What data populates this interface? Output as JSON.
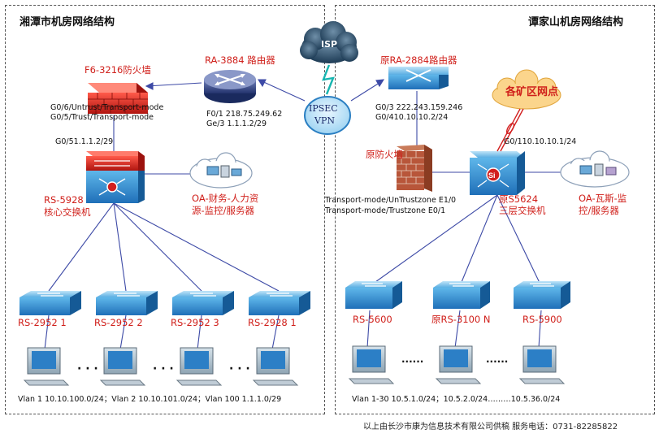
{
  "sections": {
    "left_title": "湘潭市机房网络结构",
    "right_title": "谭家山机房网络结构"
  },
  "isp": "ISP",
  "vpn": [
    "IPSEC",
    "VPN"
  ],
  "left": {
    "firewall": {
      "name": "F6-3216防火墙",
      "ports": [
        "G0/6/Untrust/Transport-mode",
        "G0/5/Trust/Transport-mode"
      ]
    },
    "router": {
      "name": "RA-3884 路由器",
      "ports": [
        "F0/1 218.75.249.62",
        "Ge/3 1.1.1.2/29"
      ]
    },
    "uplink": "G0/51.1.1.2/29",
    "core": {
      "name_lines": [
        "RS-5928",
        "核心交换机"
      ]
    },
    "server": {
      "name_lines": [
        "OA-财务-人力资",
        "源-监控/服务器"
      ]
    },
    "switches": [
      "RS-2952 1",
      "RS-2952 2",
      "RS-2952 3",
      "RS-2928 1"
    ],
    "vlans": "Vlan 1  10.10.100.0/24；Vlan 2  10.10.101.0/24；Vlan  100 1.1.1.0/29"
  },
  "right": {
    "router": {
      "name": "原RA-2884路由器",
      "ports": [
        "G0/3 222.243.159.246",
        "G0/410.10.10.2/24"
      ]
    },
    "cloud": "各矿区网点",
    "uplink": "G0/110.10.10.1/24",
    "firewall": {
      "name": "原防火墙",
      "modes": [
        "Transport-mode/UnTrustzone E1/0",
        "Transport-mode/Trustzone E0/1"
      ]
    },
    "core": {
      "name_lines": [
        "原S5624",
        "三层交换机"
      ]
    },
    "server": {
      "name_lines": [
        "OA-瓦斯-监",
        "控/服务器"
      ]
    },
    "switches": [
      "RS-5600",
      "原RS-3100 N",
      "RS-5900"
    ],
    "vlans": "Vlan 1-30 10.5.1.0/24；10.5.2.0/24………10.5.36.0/24"
  },
  "footer": "以上由长沙市康为信息技术有限公司供稿 服务电话：0731-82285822",
  "colors": {
    "label_red": "#d0201b",
    "device_blue": "#1f7fc4",
    "firewall_red": "#d21f1f",
    "link_blue": "#3d4aa6"
  }
}
